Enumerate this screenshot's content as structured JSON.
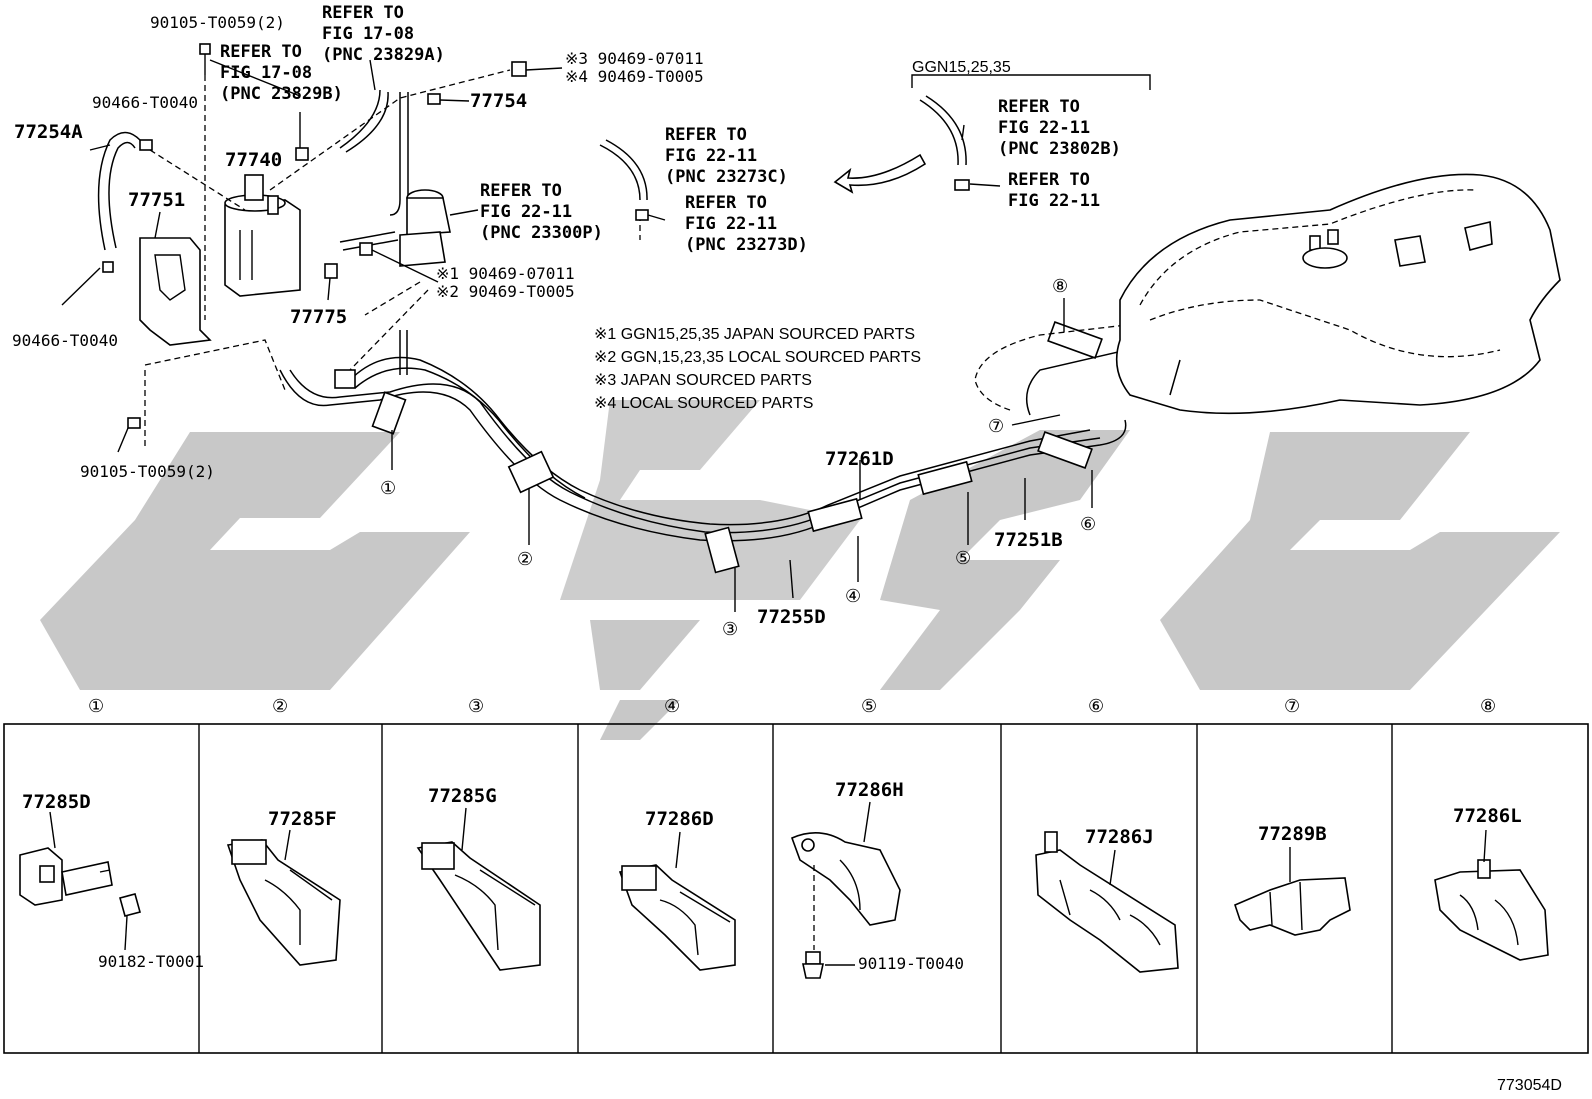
{
  "upper_labels": {
    "p90105_top": "90105-T0059(2)",
    "refer_17_a": "REFER TO",
    "refer_17_a2": "FIG 17-08",
    "refer_17_a3": "(PNC 23829A)",
    "refer_17_b": "REFER TO",
    "refer_17_b2": "FIG 17-08",
    "refer_17_b3": "(PNC 23829B)",
    "p90466_top": "90466-T0040",
    "p77254A": "77254A",
    "p77740": "77740",
    "p77751": "77751",
    "p90466_bot": "90466-T0040",
    "p90105_bot": "90105-T0059(2)",
    "p77775": "77775",
    "p77754": "77754",
    "note3_pn": "※3 90469-07011",
    "note4_pn": "※4 90469-T0005",
    "refer_22_p1": "REFER TO",
    "refer_22_p2": "FIG 22-11",
    "refer_22_p3": "(PNC 23300P)",
    "note1_pn": "※1 90469-07011",
    "note2_pn": "※2 90469-T0005",
    "refer_22_c1": "REFER TO",
    "refer_22_c2": "FIG 22-11",
    "refer_22_c3": "(PNC 23273C)",
    "refer_22_d1": "REFER TO",
    "refer_22_d2": "FIG 22-11",
    "refer_22_d3": "(PNC 23273D)",
    "ggn_range": "GGN15,25,35",
    "refer_22_b1": "REFER TO",
    "refer_22_b2": "FIG 22-11",
    "refer_22_b3": "(PNC 23802B)",
    "refer_22_e1": "REFER TO",
    "refer_22_e2": "FIG 22-11",
    "p77261D": "77261D",
    "p77251B": "77251B",
    "p77255D": "77255D"
  },
  "notes": [
    "※1 GGN15,25,35 JAPAN SOURCED PARTS",
    "※2 GGN,15,23,35 LOCAL SOURCED PARTS",
    "※3 JAPAN SOURCED PARTS",
    "※4 LOCAL SOURCED PARTS"
  ],
  "callouts": [
    "①",
    "②",
    "③",
    "④",
    "⑤",
    "⑥",
    "⑦",
    "⑧"
  ],
  "panels": [
    {
      "num": "①",
      "part": "77285D",
      "extra": "90182-T0001"
    },
    {
      "num": "②",
      "part": "77285F",
      "extra": ""
    },
    {
      "num": "③",
      "part": "77285G",
      "extra": ""
    },
    {
      "num": "④",
      "part": "77286D",
      "extra": ""
    },
    {
      "num": "⑤",
      "part": "77286H",
      "extra": "90119-T0040"
    },
    {
      "num": "⑥",
      "part": "77286J",
      "extra": ""
    },
    {
      "num": "⑦",
      "part": "77289B",
      "extra": ""
    },
    {
      "num": "⑧",
      "part": "77286L",
      "extra": ""
    }
  ],
  "footer_code": "773054D"
}
